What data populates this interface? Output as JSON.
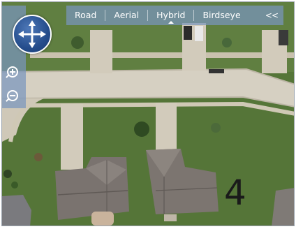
{
  "map": {
    "tabs": [
      {
        "label": "Road",
        "active": false
      },
      {
        "label": "Aerial",
        "active": false
      },
      {
        "label": "Hybrid",
        "active": true
      },
      {
        "label": "Birdseye",
        "active": false
      }
    ],
    "collapse_label": "<<",
    "controls": {
      "pan": "pan-compass-icon",
      "zoom_in": "zoom-in-icon",
      "zoom_out": "zoom-out-icon"
    },
    "house_number_label": "4"
  }
}
